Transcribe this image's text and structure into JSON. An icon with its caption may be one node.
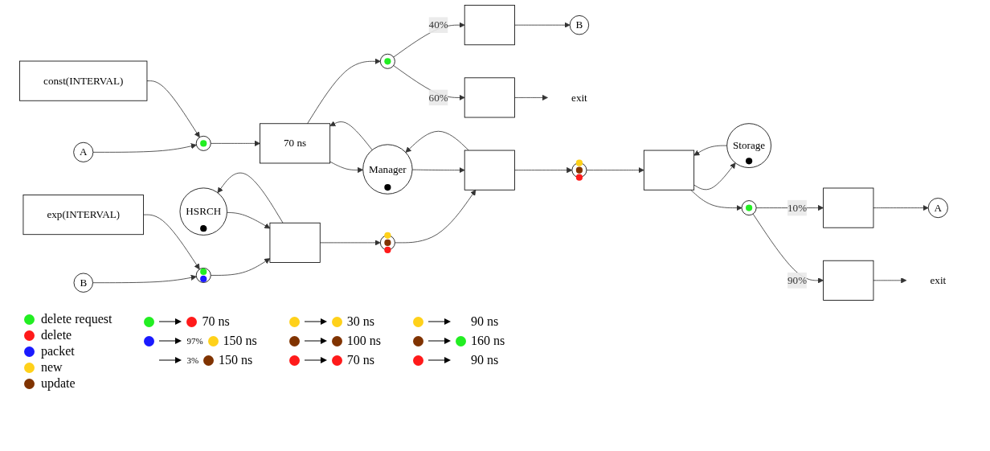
{
  "diagram": {
    "nodes": [
      {
        "text": [
          "A"
        ]
      },
      {
        "text": [
          "const(INTERVAL)"
        ]
      },
      {
        "text": [],
        "shape": "circle"
      },
      {
        "text": [
          "70 ns"
        ]
      },
      {
        "text": [],
        "shape": "circle"
      },
      {
        "text": [],
        "shape": "bar"
      },
      {
        "text": [
          "B"
        ]
      },
      {
        "text": [],
        "shape": "bar"
      },
      {
        "text": [
          "exit"
        ]
      },
      {
        "text": [
          "HSRCH"
        ]
      },
      {
        "text": [
          "Manager"
        ]
      },
      {
        "text": [
          "Storage"
        ]
      },
      {
        "text": [
          "B"
        ]
      },
      {
        "text": [
          "exp(INTERVAL)"
        ]
      },
      {
        "text": [],
        "shape": "circle"
      },
      {
        "text": [],
        "shape": "bar"
      },
      {
        "text": [],
        "shape": "circle"
      },
      {
        "text": [],
        "shape": "bar"
      },
      {
        "text": [],
        "shape": "circle"
      },
      {
        "text": [],
        "shape": "bar"
      },
      {
        "text": [],
        "shape": "circle"
      },
      {
        "text": [
          "A"
        ]
      },
      {
        "text": [],
        "shape": "bar"
      },
      {
        "text": [],
        "shape": "bar"
      },
      {
        "text": [
          "exit"
        ]
      }
    ],
    "edges": [
      {
        "from": 0,
        "to": 2,
        "arrow": "to"
      },
      {
        "from": 1,
        "to": 2,
        "arrow": "to"
      },
      {
        "from": 2,
        "to": 3,
        "arrow": "to"
      },
      {
        "from": 3,
        "to": 4,
        "arrow": "to"
      },
      {
        "from": 3,
        "to": 10,
        "arrow": "to"
      },
      {
        "from": 10,
        "to": 3,
        "arrow": "to"
      },
      {
        "from": 4,
        "to": 5,
        "arrow": "to",
        "label": "40%"
      },
      {
        "from": 4,
        "to": 7,
        "arrow": "to",
        "label": "60%"
      },
      {
        "from": 5,
        "to": 6,
        "arrow": "to"
      },
      {
        "from": 7,
        "to": 8,
        "arrow": "to"
      },
      {
        "from": 12,
        "to": 14,
        "arrow": "to"
      },
      {
        "from": 13,
        "to": 14,
        "arrow": "to"
      },
      {
        "from": 14,
        "to": 15,
        "arrow": "to"
      },
      {
        "from": 9,
        "to": 15,
        "arrow": "to"
      },
      {
        "from": 15,
        "to": 9,
        "arrow": "to"
      },
      {
        "from": 15,
        "to": 16,
        "arrow": "to"
      },
      {
        "from": 16,
        "to": 17,
        "arrow": "to"
      },
      {
        "from": 10,
        "to": 17,
        "arrow": "to"
      },
      {
        "from": 17,
        "to": 10,
        "arrow": "to"
      },
      {
        "from": 17,
        "to": 18,
        "arrow": "to"
      },
      {
        "from": 18,
        "to": 19,
        "arrow": "to"
      },
      {
        "from": 11,
        "to": 19,
        "arrow": "to"
      },
      {
        "from": 19,
        "to": 11,
        "arrow": "to"
      },
      {
        "from": 19,
        "to": 20,
        "arrow": "to"
      },
      {
        "from": 20,
        "to": 22,
        "arrow": "to",
        "label": "10%"
      },
      {
        "from": 20,
        "to": 23,
        "arrow": "to",
        "label": "90%"
      },
      {
        "from": 22,
        "to": 21,
        "arrow": "to"
      },
      {
        "from": 23,
        "to": 24,
        "arrow": "to"
      }
    ],
    "labels": [
      "70 ns",
      "97%",
      "150 ns",
      "3%",
      "150 ns",
      "30 ns",
      "100 ns",
      "70 ns",
      "90 ns",
      "160 ns",
      "90 ns"
    ],
    "legend": [
      {
        "text": "delete request",
        "color": "#22ee22"
      },
      {
        "text": "delete",
        "color": "#ff1a1a"
      },
      {
        "text": "packet",
        "color": "#1a1aff"
      },
      {
        "text": "new",
        "color": "#ffd11a"
      },
      {
        "text": "update",
        "color": "#803300"
      }
    ]
  }
}
